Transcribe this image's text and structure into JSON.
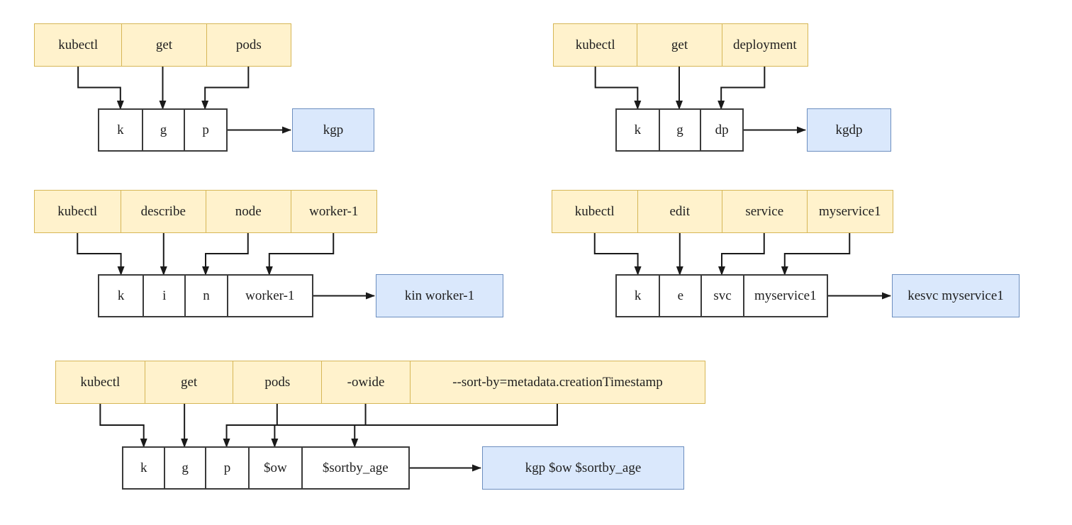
{
  "diagram": {
    "description": "kubectl command to shell alias mapping diagram",
    "colors": {
      "command_fill": "#FFF2CC",
      "command_border": "#D6B656",
      "alias_fill": "#FFFFFF",
      "alias_border": "#3B3B3B",
      "result_fill": "#DAE8FC",
      "result_border": "#6C8EBF",
      "arrow": "#1A1A1A"
    }
  },
  "groups": [
    {
      "command": [
        "kubectl",
        "get",
        "pods"
      ],
      "alias": [
        "k",
        "g",
        "p"
      ],
      "result": "kgp"
    },
    {
      "command": [
        "kubectl",
        "get",
        "deployment"
      ],
      "alias": [
        "k",
        "g",
        "dp"
      ],
      "result": "kgdp"
    },
    {
      "command": [
        "kubectl",
        "describe",
        "node",
        "worker-1"
      ],
      "alias": [
        "k",
        "i",
        "n",
        "worker-1"
      ],
      "result": "kin worker-1"
    },
    {
      "command": [
        "kubectl",
        "edit",
        "service",
        "myservice1"
      ],
      "alias": [
        "k",
        "e",
        "svc",
        "myservice1"
      ],
      "result": "kesvc myservice1"
    },
    {
      "command": [
        "kubectl",
        "get",
        "pods",
        "-owide",
        "--sort-by=metadata.creationTimestamp"
      ],
      "alias": [
        "k",
        "g",
        "p",
        "$ow",
        "$sortby_age"
      ],
      "result": "kgp $ow $sortby_age"
    }
  ]
}
